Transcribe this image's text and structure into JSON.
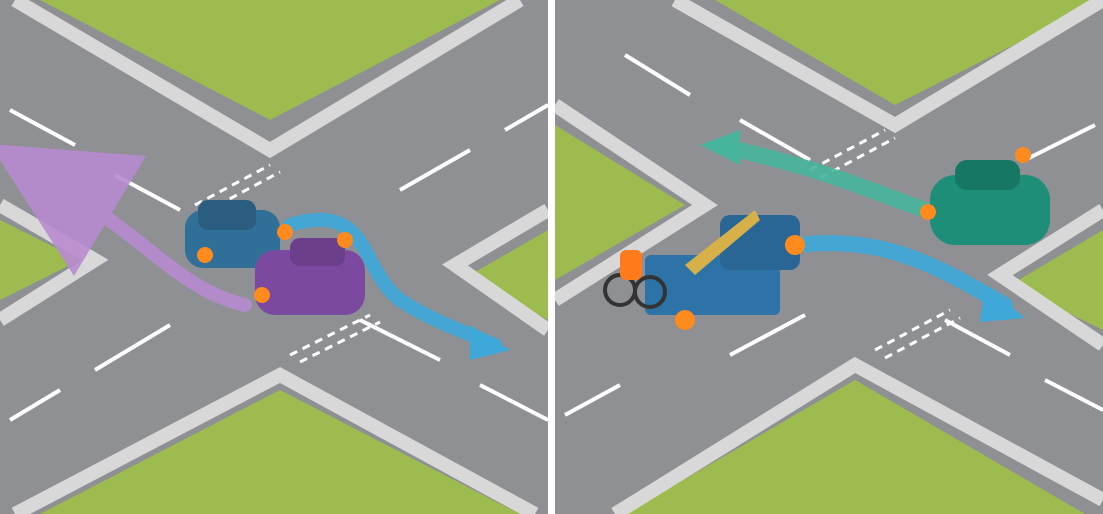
{
  "illustration": {
    "colors": {
      "asphalt": "#8e9094",
      "asphalt_dark": "#7c7e82",
      "grass": "#9dbb4f",
      "grass_dark": "#7fa03a",
      "kerb": "#d8d8d8",
      "kerb_edge": "#a9a9a9",
      "road_marking": "#ffffff",
      "arrow_purple": "#b98bd0",
      "arrow_blue": "#3ea9d9",
      "arrow_teal": "#46b59b",
      "car_blue": "#2f6f98",
      "car_purple": "#7b4aa0",
      "car_green": "#1f8e78",
      "truck_blue": "#2d73a8",
      "indicator": "#ff8a1e"
    },
    "panels": [
      {
        "id": "left",
        "scene": "crossroads-two-cars-turning-right",
        "vehicles": [
          "blue-hatchback",
          "purple-hatchback"
        ],
        "arrows": [
          "purple",
          "blue"
        ]
      },
      {
        "id": "right",
        "scene": "crossroads-truck-and-car-turning",
        "vehicles": [
          "flatbed-truck",
          "green-hatchback",
          "cyclist"
        ],
        "arrows": [
          "teal",
          "blue"
        ]
      }
    ]
  }
}
